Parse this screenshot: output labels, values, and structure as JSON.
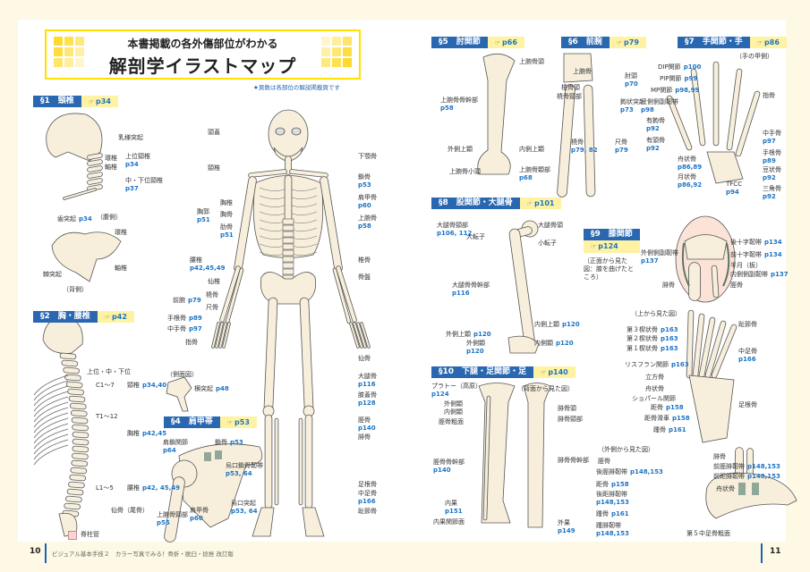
{
  "header": {
    "line1": "本書掲載の各外傷部位がわかる",
    "line2": "解剖学イラストマップ",
    "note": "★頁数は各部位の解説掲載頁です"
  },
  "colors": {
    "section_blue": "#2a67b1",
    "ref_yellow": "#fff3a3",
    "ref_text": "#1d74c4",
    "bone": "#f7efdc",
    "frame": "#ffe100"
  },
  "icons": {
    "ref": "pointing-hand-icon"
  },
  "sections": [
    {
      "id": "s1",
      "title": "§1　頸椎",
      "ref": "p34"
    },
    {
      "id": "s2",
      "title": "§2　胸・腰椎",
      "ref": "p42"
    },
    {
      "id": "s4",
      "title": "§4　肩甲帯",
      "ref": "p53"
    },
    {
      "id": "s5",
      "title": "§5　肘関節",
      "ref": "p66"
    },
    {
      "id": "s6",
      "title": "§6　前腕",
      "ref": "p79"
    },
    {
      "id": "s7",
      "title": "§7　手関節・手",
      "ref": "p86"
    },
    {
      "id": "s8",
      "title": "§8　股関節・大腿骨",
      "ref": "p101"
    },
    {
      "id": "s9",
      "title": "§9　膝関節",
      "ref": "p124"
    },
    {
      "id": "s10",
      "title": "§10　下腿・足関節・足",
      "ref": "p140"
    }
  ],
  "labels": {
    "s1": [
      {
        "t": "乳様突起"
      },
      {
        "t": "環椎"
      },
      {
        "t": "軸椎"
      },
      {
        "t": "上位頸椎",
        "p": "p34"
      },
      {
        "t": "中・下位頸椎",
        "p": "p37"
      },
      {
        "t": "歯突起",
        "p": "p34"
      },
      {
        "t": "（腹側）"
      },
      {
        "t": "環椎"
      },
      {
        "t": "軸椎"
      },
      {
        "t": "棘突起"
      },
      {
        "t": "（背側）"
      }
    ],
    "body": [
      {
        "t": "頭蓋"
      },
      {
        "t": "頸椎"
      },
      {
        "t": "胸椎"
      },
      {
        "t": "胸郭",
        "p": "p51"
      },
      {
        "t": "胸骨"
      },
      {
        "t": "肋骨",
        "p": "p51"
      },
      {
        "t": "腰椎",
        "p": "p42,45,49"
      },
      {
        "t": "仙椎"
      },
      {
        "t": "前腕",
        "p": "p79"
      },
      {
        "t": "橈骨"
      },
      {
        "t": "尺骨"
      },
      {
        "t": "手根骨",
        "p": "p89"
      },
      {
        "t": "中手骨",
        "p": "p97"
      },
      {
        "t": "指骨"
      },
      {
        "t": "下顎骨"
      },
      {
        "t": "鎖骨",
        "p": "p53"
      },
      {
        "t": "肩甲骨",
        "p": "p60"
      },
      {
        "t": "上腕骨",
        "p": "p58"
      },
      {
        "t": "椎骨"
      },
      {
        "t": "骨盤"
      },
      {
        "t": "仙骨"
      },
      {
        "t": "大腿骨",
        "p": "p116"
      },
      {
        "t": "膝蓋骨",
        "p": "p128"
      },
      {
        "t": "脛骨",
        "p": "p140"
      },
      {
        "t": "腓骨"
      },
      {
        "t": "足根骨"
      },
      {
        "t": "中足骨",
        "p": "p166"
      },
      {
        "t": "趾節骨"
      }
    ],
    "s2": [
      {
        "t": "上位・中・下位"
      },
      {
        "t": "C1〜7"
      },
      {
        "t": "頸椎",
        "p": "p34,40"
      },
      {
        "t": "T1〜12"
      },
      {
        "t": "胸椎",
        "p": "p42,45"
      },
      {
        "t": "L1〜5"
      },
      {
        "t": "腰椎",
        "p": "p42, 45,49"
      },
      {
        "t": "仙骨（尾骨）"
      },
      {
        "t": "脊柱管"
      }
    ],
    "s3": [
      {
        "t": "（側面図）"
      },
      {
        "t": "横突起",
        "p": "p48"
      }
    ],
    "s4": [
      {
        "t": "肩鎖関節",
        "p": "p64"
      },
      {
        "t": "鎖骨",
        "p": "p53"
      },
      {
        "t": "烏口鎖骨靭帯",
        "p": "p53, 64"
      },
      {
        "t": "烏口突起",
        "p": "p53, 64"
      },
      {
        "t": "上腕骨頸部",
        "p": "p55"
      },
      {
        "t": "肩甲骨",
        "p": "p60"
      }
    ],
    "s5": [
      {
        "t": "上腕骨頭"
      },
      {
        "t": "上腕骨骨幹部",
        "p": "p58"
      },
      {
        "t": "外側上顆"
      },
      {
        "t": "内側上顆"
      },
      {
        "t": "上腕骨小頭"
      },
      {
        "t": "上腕骨顆部",
        "p": "p68"
      }
    ],
    "s6": [
      {
        "t": "上腕骨"
      },
      {
        "t": "肘頭",
        "p": "p70"
      },
      {
        "t": "橈骨頭"
      },
      {
        "t": "橈骨頸部"
      },
      {
        "t": "鉤状突起",
        "p": "p73"
      },
      {
        "t": "橈骨",
        "p": "p79, 82"
      },
      {
        "t": "尺骨",
        "p": "p79"
      }
    ],
    "s7": [
      {
        "t": "（手の甲側）"
      },
      {
        "t": "DIP関節",
        "p": "p100"
      },
      {
        "t": "PIP関節",
        "p": "p99"
      },
      {
        "t": "MP関節",
        "p": "p98,99"
      },
      {
        "t": "尺側側副靭帯",
        "p": "p98"
      },
      {
        "t": "有鉤骨",
        "p": "p92"
      },
      {
        "t": "有頭骨",
        "p": "p92"
      },
      {
        "t": "舟状骨",
        "p": "p86,89"
      },
      {
        "t": "月状骨",
        "p": "p86,92"
      },
      {
        "t": "TFCC",
        "p": "p94"
      },
      {
        "t": "指骨"
      },
      {
        "t": "中手骨",
        "p": "p97"
      },
      {
        "t": "手根骨",
        "p": "p89"
      },
      {
        "t": "豆状骨",
        "p": "p92"
      },
      {
        "t": "三角骨",
        "p": "p92"
      }
    ],
    "s8": [
      {
        "t": "大腿骨頸部",
        "p": "p106, 112"
      },
      {
        "t": "大転子"
      },
      {
        "t": "大腿骨頭"
      },
      {
        "t": "小転子"
      },
      {
        "t": "大腿骨骨幹部",
        "p": "p116"
      },
      {
        "t": "内側上顆",
        "p": "p120"
      },
      {
        "t": "外側上顆",
        "p": "p120"
      },
      {
        "t": "外側顆",
        "p": "p120"
      },
      {
        "t": "内側顆",
        "p": "p120"
      }
    ],
    "s9": [
      {
        "t": "（正面から見た図：膝を曲げたところ）"
      },
      {
        "t": "外側側副靭帯",
        "p": "p137"
      },
      {
        "t": "後十字靭帯",
        "p": "p134"
      },
      {
        "t": "前十字靭帯",
        "p": "p134"
      },
      {
        "t": "半月（板）"
      },
      {
        "t": "内側側副靭帯",
        "p": "p137"
      },
      {
        "t": "腓骨"
      },
      {
        "t": "脛骨"
      }
    ],
    "foot_top": [
      {
        "t": "（上から見た図）"
      },
      {
        "t": "第３楔状骨",
        "p": "p163"
      },
      {
        "t": "第２楔状骨",
        "p": "p163"
      },
      {
        "t": "第１楔状骨",
        "p": "p163"
      },
      {
        "t": "リスフラン関節",
        "p": "p163"
      },
      {
        "t": "立方骨"
      },
      {
        "t": "舟状骨"
      },
      {
        "t": "ショパール関節"
      },
      {
        "t": "距骨",
        "p": "p158"
      },
      {
        "t": "距骨滑車",
        "p": "p158"
      },
      {
        "t": "踵骨",
        "p": "p161"
      },
      {
        "t": "趾節骨"
      },
      {
        "t": "中足骨",
        "p": "p166"
      },
      {
        "t": "足根骨"
      }
    ],
    "s10": [
      {
        "t": "プラトー（高原）",
        "p": "p124"
      },
      {
        "t": "外側顆"
      },
      {
        "t": "内側顆"
      },
      {
        "t": "脛骨粗面"
      },
      {
        "t": "（背面から見た図）"
      },
      {
        "t": "腓骨頭"
      },
      {
        "t": "腓骨頸部"
      },
      {
        "t": "脛骨骨幹部",
        "p": "p140"
      },
      {
        "t": "腓骨骨幹部"
      },
      {
        "t": "内果",
        "p": "p151"
      },
      {
        "t": "内果関節面"
      },
      {
        "t": "外果",
        "p": "p149"
      }
    ],
    "foot_side": [
      {
        "t": "（外側から見た図）"
      },
      {
        "t": "脛骨"
      },
      {
        "t": "後脛腓靭帯",
        "p": "p148,153"
      },
      {
        "t": "距骨",
        "p": "p158"
      },
      {
        "t": "後距腓靭帯",
        "p": "p148,153"
      },
      {
        "t": "踵骨",
        "p": "p161"
      },
      {
        "t": "踵腓靭帯",
        "p": "p148,153"
      },
      {
        "t": "腓骨"
      },
      {
        "t": "前脛腓靭帯",
        "p": "p148,153"
      },
      {
        "t": "前距腓靭帯",
        "p": "p148,153"
      },
      {
        "t": "舟状骨"
      },
      {
        "t": "第５中足骨粗面"
      }
    ]
  },
  "footer": {
    "left_page": "10",
    "right_page": "11",
    "book_title": "ビジュアル基本手技２　カラー写真でみる！骨折・脱臼・捻挫 改訂版"
  }
}
